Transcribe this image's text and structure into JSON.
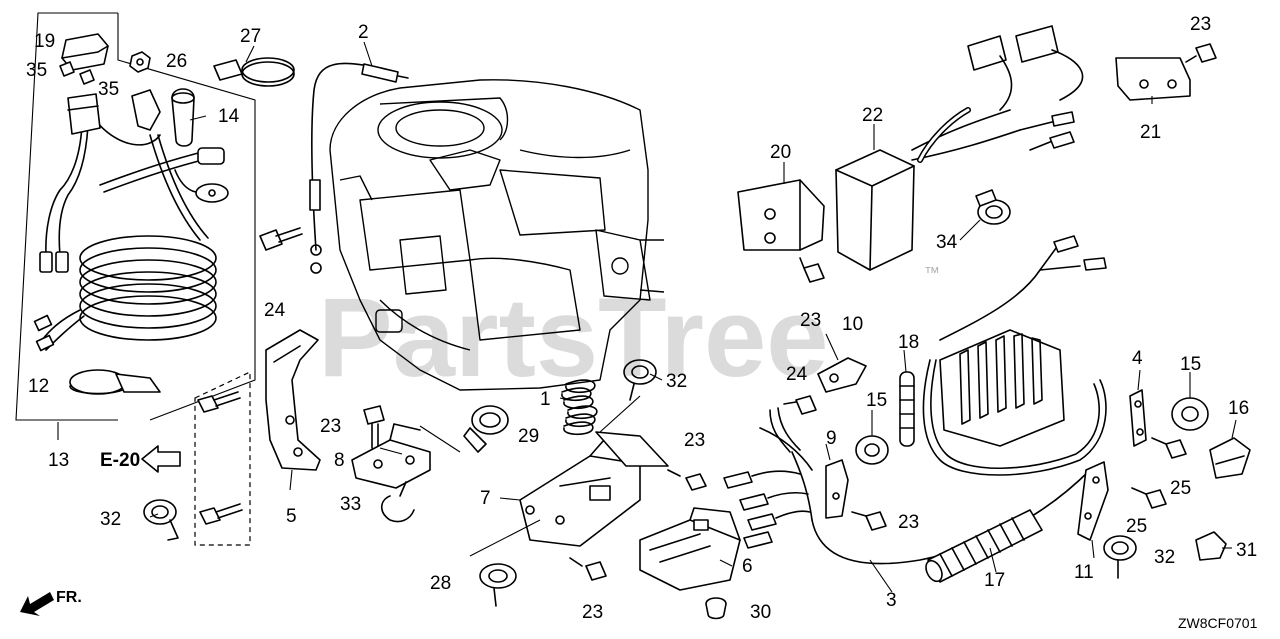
{
  "diagram": {
    "watermark": "PartsTree",
    "watermark_tm": "™",
    "direction_label": "FR.",
    "reference_label": "E-20",
    "diagram_code": "ZW8CF0701",
    "callouts": [
      "19",
      "35",
      "35",
      "26",
      "27",
      "2",
      "14",
      "24",
      "12",
      "13",
      "23",
      "21",
      "22",
      "20",
      "34",
      "23",
      "10",
      "18",
      "15",
      "4",
      "15",
      "16",
      "25",
      "25",
      "24",
      "9",
      "23",
      "32",
      "1",
      "23",
      "29",
      "8",
      "33",
      "7",
      "5",
      "32",
      "6",
      "30",
      "28",
      "23",
      "3",
      "17",
      "11",
      "32",
      "31"
    ]
  }
}
